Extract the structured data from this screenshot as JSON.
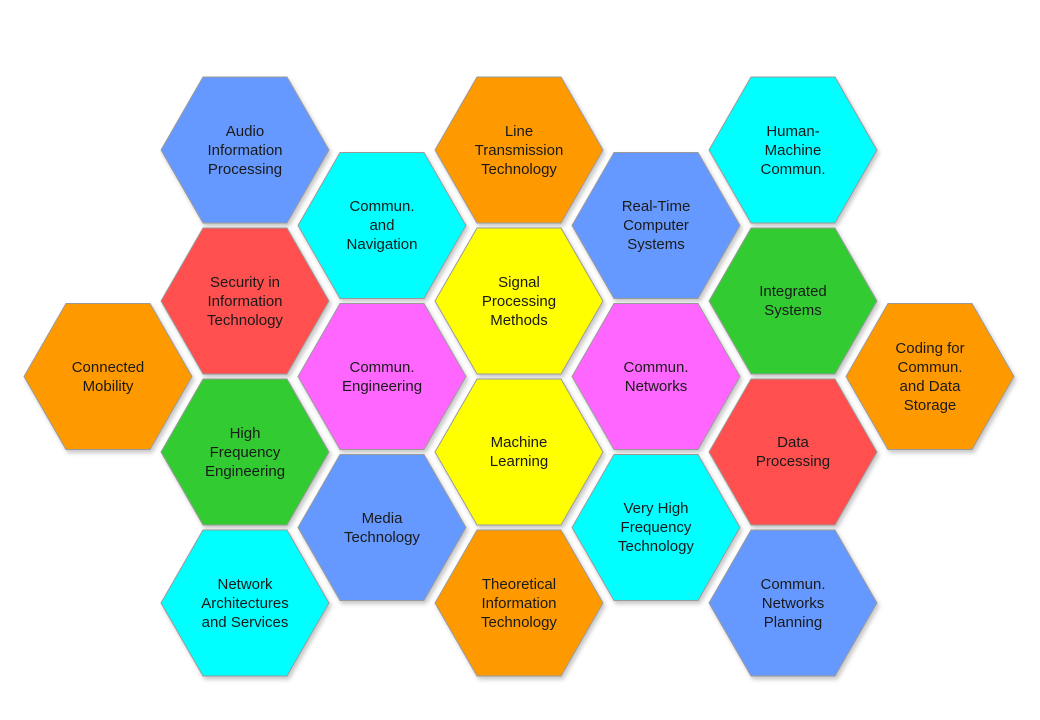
{
  "colors": {
    "blue": "#6699FF",
    "orange": "#FF9900",
    "cyan": "#00FFFF",
    "red": "#FF5050",
    "magenta": "#FF66FF",
    "yellow": "#FFFF00",
    "green": "#33CC33",
    "outline": "#9a9a9a"
  },
  "hexagons": [
    {
      "id": "audio-information-processing",
      "label": "Audio\nInformation\nProcessing",
      "color": "blue",
      "col": 1,
      "row": 0
    },
    {
      "id": "line-transmission-technology",
      "label": "Line\nTransmission\nTechnology",
      "color": "orange",
      "col": 3,
      "row": 0
    },
    {
      "id": "human-machine-commun",
      "label": "Human-\nMachine\nCommun.",
      "color": "cyan",
      "col": 5,
      "row": 0
    },
    {
      "id": "commun-and-navigation",
      "label": "Commun.\nand\nNavigation",
      "color": "cyan",
      "col": 2,
      "row": 0.5
    },
    {
      "id": "real-time-computer-systems",
      "label": "Real-Time\nComputer\nSystems",
      "color": "blue",
      "col": 4,
      "row": 0.5
    },
    {
      "id": "security-in-information-technology",
      "label": "Security in\nInformation\nTechnology",
      "color": "red",
      "col": 1,
      "row": 1
    },
    {
      "id": "signal-processing-methods",
      "label": "Signal\nProcessing\nMethods",
      "color": "yellow",
      "col": 3,
      "row": 1
    },
    {
      "id": "integrated-systems",
      "label": "Integrated\nSystems",
      "color": "green",
      "col": 5,
      "row": 1
    },
    {
      "id": "connected-mobility",
      "label": "Connected\nMobility",
      "color": "orange",
      "col": 0,
      "row": 1.5
    },
    {
      "id": "commun-engineering",
      "label": "Commun.\nEngineering",
      "color": "magenta",
      "col": 2,
      "row": 1.5
    },
    {
      "id": "commun-networks",
      "label": "Commun.\nNetworks",
      "color": "magenta",
      "col": 4,
      "row": 1.5
    },
    {
      "id": "coding-for-commun-and-data-storage",
      "label": "Coding for\nCommun.\nand Data\nStorage",
      "color": "orange",
      "col": 6,
      "row": 1.5
    },
    {
      "id": "high-frequency-engineering",
      "label": "High\nFrequency\nEngineering",
      "color": "green",
      "col": 1,
      "row": 2
    },
    {
      "id": "machine-learning",
      "label": "Machine\nLearning",
      "color": "yellow",
      "col": 3,
      "row": 2
    },
    {
      "id": "data-processing",
      "label": "Data\nProcessing",
      "color": "red",
      "col": 5,
      "row": 2
    },
    {
      "id": "media-technology",
      "label": "Media\nTechnology",
      "color": "blue",
      "col": 2,
      "row": 2.5
    },
    {
      "id": "very-high-frequency-technology",
      "label": "Very High\nFrequency\nTechnology",
      "color": "cyan",
      "col": 4,
      "row": 2.5
    },
    {
      "id": "network-architectures-and-services",
      "label": "Network\nArchitectures\nand Services",
      "color": "cyan",
      "col": 1,
      "row": 3
    },
    {
      "id": "theoretical-information-technology",
      "label": "Theoretical\nInformation\nTechnology",
      "color": "orange",
      "col": 3,
      "row": 3
    },
    {
      "id": "commun-networks-planning",
      "label": "Commun.\nNetworks\nPlanning",
      "color": "blue",
      "col": 5,
      "row": 3
    }
  ]
}
